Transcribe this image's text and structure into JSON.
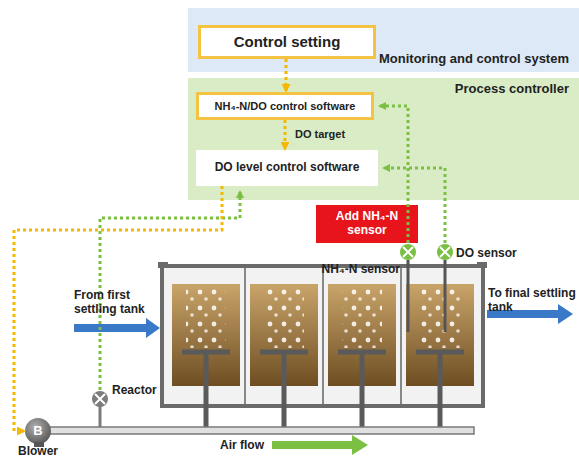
{
  "diagram": {
    "nodes": [
      {
        "text": [
          "Monitoring and control system"
        ]
      },
      {
        "text": [
          "Control setting"
        ],
        "in": 0
      },
      {
        "text": [
          "Process controller"
        ]
      },
      {
        "text": [
          "NH₄-N/DO control software"
        ],
        "in": 2
      },
      {
        "text": [
          "DO level control software"
        ],
        "in": 2
      },
      {
        "text": [
          "Add NH₄-N sensor"
        ]
      },
      {
        "text": [
          "B",
          "Blower"
        ]
      }
    ],
    "edges": [
      {
        "from": 1,
        "to": 3,
        "arrow": "to"
      },
      {
        "from": 3,
        "to": 4,
        "label": "DO target",
        "arrow": "to"
      },
      {
        "from": 4,
        "to": 6,
        "arrow": "to"
      }
    ],
    "labels": [
      "NH₄-N sensor",
      "DO sensor",
      "From first settling tank",
      "To final settling tank",
      "Reactor",
      "Air flow"
    ]
  }
}
